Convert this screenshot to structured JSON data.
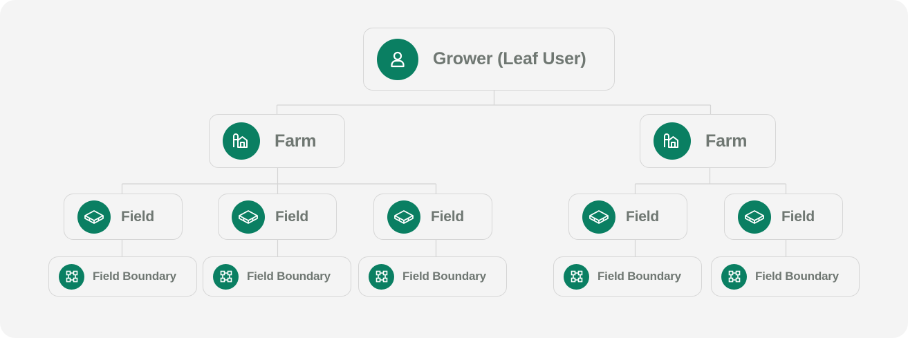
{
  "colors": {
    "panel": "#f4f4f4",
    "node_border": "#d6d6d6",
    "icon_fill": "#0a7f62",
    "label": "#6f7772",
    "connector": "#d4d4d4"
  },
  "tree": {
    "root": {
      "label": "Grower (Leaf User)",
      "icon": "user-icon"
    },
    "farms": [
      {
        "label": "Farm",
        "icon": "farm-barn-silo-icon",
        "fields": [
          {
            "label": "Field",
            "icon": "field-icon",
            "boundary": {
              "label": "Field Boundary",
              "icon": "field-boundary-icon"
            }
          },
          {
            "label": "Field",
            "icon": "field-icon",
            "boundary": {
              "label": "Field Boundary",
              "icon": "field-boundary-icon"
            }
          },
          {
            "label": "Field",
            "icon": "field-icon",
            "boundary": {
              "label": "Field Boundary",
              "icon": "field-boundary-icon"
            }
          }
        ]
      },
      {
        "label": "Farm",
        "icon": "farm-barn-silo-icon",
        "fields": [
          {
            "label": "Field",
            "icon": "field-icon",
            "boundary": {
              "label": "Field Boundary",
              "icon": "field-boundary-icon"
            }
          },
          {
            "label": "Field",
            "icon": "field-icon",
            "boundary": {
              "label": "Field Boundary",
              "icon": "field-boundary-icon"
            }
          }
        ]
      }
    ]
  }
}
